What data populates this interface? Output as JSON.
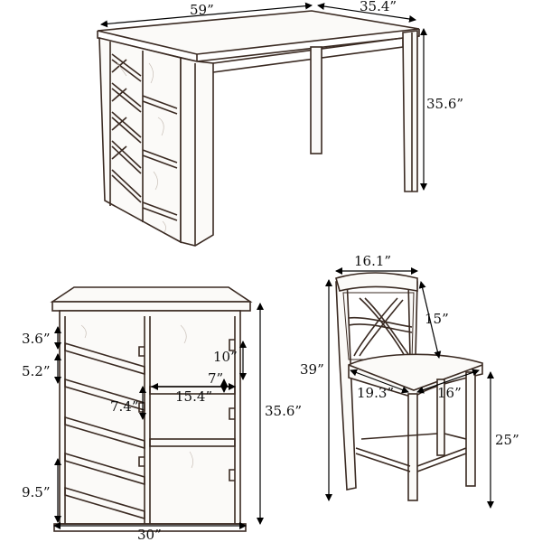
{
  "table": {
    "width_label": "59”",
    "depth_label": "35.4”",
    "height_label": "35.6”"
  },
  "storage": {
    "shelf_top_label": "3.6”",
    "shelf_gap_label": "5.2”",
    "cubby_height_label": "10”",
    "cubby_depth_label": "7”",
    "rack_depth_label": "7.4”",
    "inner_width_label": "15.4”",
    "height_label": "35.6”",
    "bottom_gap_label": "9.5”",
    "width_label": "30”"
  },
  "stool": {
    "back_width_label": "16.1”",
    "back_height_label": "15”",
    "total_height_label": "39”",
    "seat_width_label": "19.3”",
    "seat_depth_label": "16”",
    "seat_height_label": "25”"
  }
}
